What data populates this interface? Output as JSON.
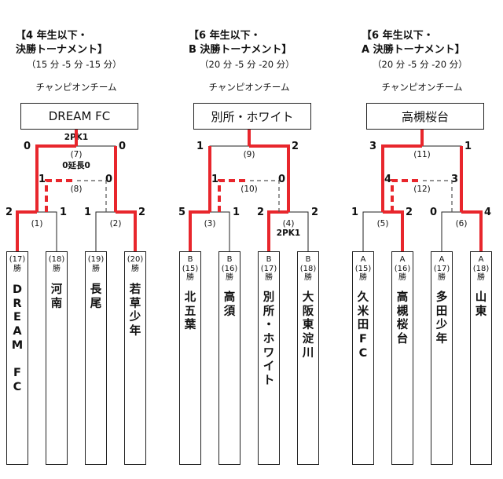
{
  "brackets": [
    {
      "title": [
        "【4 年生以下・",
        "決勝トーナメント】"
      ],
      "duration": "（15 分 -5 分 -15 分）",
      "champion_label": "チャンピオンチーム",
      "champion": "DREAM FC",
      "scores": {
        "final_left": "0",
        "final_right": "0",
        "third_left": "1",
        "third_right": "0",
        "sf1_left": "2",
        "sf1_right": "1",
        "sf2_left": "1",
        "sf2_right": "2"
      },
      "match_numbers": {
        "final": "(7)",
        "third": "(8)",
        "sf1": "(1)",
        "sf2": "(2)"
      },
      "notes": {
        "final_top": "2PK1",
        "final_bottom": "0延長0",
        "sf2": ""
      },
      "teams": [
        {
          "tag": [
            "(17)",
            "勝"
          ],
          "name": [
            "D",
            "R",
            "E",
            "A",
            "M",
            "",
            "F",
            "C"
          ]
        },
        {
          "tag": [
            "(18)",
            "勝"
          ],
          "name": [
            "河",
            "南"
          ]
        },
        {
          "tag": [
            "(19)",
            "勝"
          ],
          "name": [
            "長",
            "尾"
          ]
        },
        {
          "tag": [
            "(20)",
            "勝"
          ],
          "name": [
            "若",
            "草",
            "少",
            "年"
          ]
        }
      ]
    },
    {
      "title": [
        "【6 年生以下・",
        "B 決勝トーナメント】"
      ],
      "duration": "（20 分 -5 分 -20 分）",
      "champion_label": "チャンピオンチーム",
      "champion": "別所・ホワイト",
      "scores": {
        "final_left": "1",
        "final_right": "2",
        "third_left": "1",
        "third_right": "0",
        "sf1_left": "5",
        "sf1_right": "1",
        "sf2_left": "2",
        "sf2_right": "2"
      },
      "match_numbers": {
        "final": "(9)",
        "third": "(10)",
        "sf1": "(3)",
        "sf2": "(4)"
      },
      "notes": {
        "final_top": "",
        "final_bottom": "",
        "sf2": "2PK1"
      },
      "teams": [
        {
          "tag": [
            "B",
            "(15)",
            "勝"
          ],
          "name": [
            "北",
            "五",
            "葉"
          ]
        },
        {
          "tag": [
            "B",
            "(16)",
            "勝"
          ],
          "name": [
            "高",
            "須"
          ]
        },
        {
          "tag": [
            "B",
            "(17)",
            "勝"
          ],
          "name": [
            "別",
            "所",
            "・",
            "ホ",
            "ワ",
            "イ",
            "ト"
          ]
        },
        {
          "tag": [
            "B",
            "(18)",
            "勝"
          ],
          "name": [
            "大",
            "阪",
            "東",
            "淀",
            "川"
          ]
        }
      ]
    },
    {
      "title": [
        "【6 年生以下・",
        "A 決勝トーナメント】"
      ],
      "duration": "（20 分 -5 分 -20 分）",
      "champion_label": "チャンピオンチーム",
      "champion": "高槻桜台",
      "scores": {
        "final_left": "3",
        "final_right": "1",
        "third_left": "4",
        "third_right": "3",
        "sf1_left": "1",
        "sf1_right": "2",
        "sf2_left": "0",
        "sf2_right": "4"
      },
      "match_numbers": {
        "final": "(11)",
        "third": "(12)",
        "sf1": "(5)",
        "sf2": "(6)"
      },
      "notes": {
        "final_top": "",
        "final_bottom": "",
        "sf2": ""
      },
      "teams": [
        {
          "tag": [
            "A",
            "(15)",
            "勝"
          ],
          "name": [
            "久",
            "米",
            "田",
            "F",
            "C"
          ]
        },
        {
          "tag": [
            "A",
            "(16)",
            "勝"
          ],
          "name": [
            "高",
            "槻",
            "桜",
            "台"
          ]
        },
        {
          "tag": [
            "A",
            "(17)",
            "勝"
          ],
          "name": [
            "多",
            "田",
            "少",
            "年"
          ]
        },
        {
          "tag": [
            "A",
            "(18)",
            "勝"
          ],
          "name": [
            "山",
            "東"
          ]
        }
      ]
    }
  ],
  "winners": [
    {
      "final": "left",
      "third": "left",
      "sf1": "left",
      "sf2": "right"
    },
    {
      "final": "right",
      "third": "left",
      "sf1": "left",
      "sf2": "left"
    },
    {
      "final": "left",
      "third": "left",
      "sf1": "right",
      "sf2": "right"
    }
  ],
  "colors": {
    "win_line": "#e8262c",
    "line": "#222222",
    "dash": "#555555"
  }
}
